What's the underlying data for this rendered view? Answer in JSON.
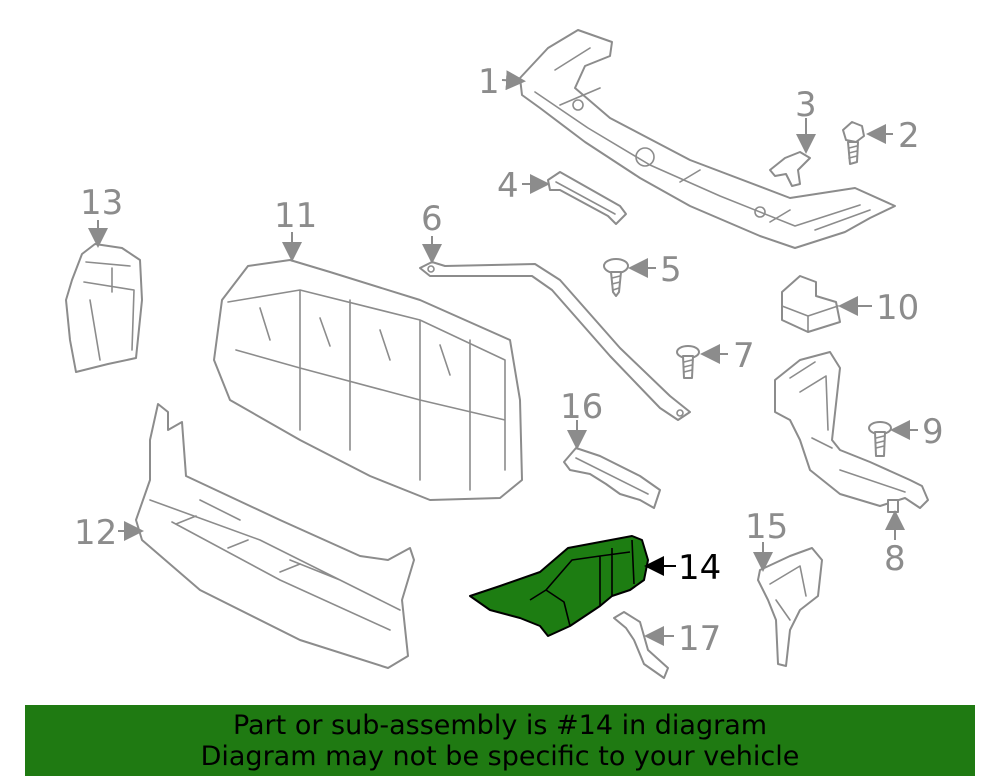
{
  "diagram": {
    "highlight_color": "#1d7d12",
    "highlighted_part": "14",
    "callouts": {
      "c1": "1",
      "c2": "2",
      "c3": "3",
      "c4": "4",
      "c5": "5",
      "c6": "6",
      "c7": "7",
      "c8": "8",
      "c9": "9",
      "c10": "10",
      "c11": "11",
      "c12": "12",
      "c13": "13",
      "c14": "14",
      "c15": "15",
      "c16": "16",
      "c17": "17"
    }
  },
  "banner": {
    "background": "#1f7a12",
    "line1": "Part or sub-assembly is #14 in diagram",
    "line2": "Diagram may not be specific to your vehicle"
  }
}
